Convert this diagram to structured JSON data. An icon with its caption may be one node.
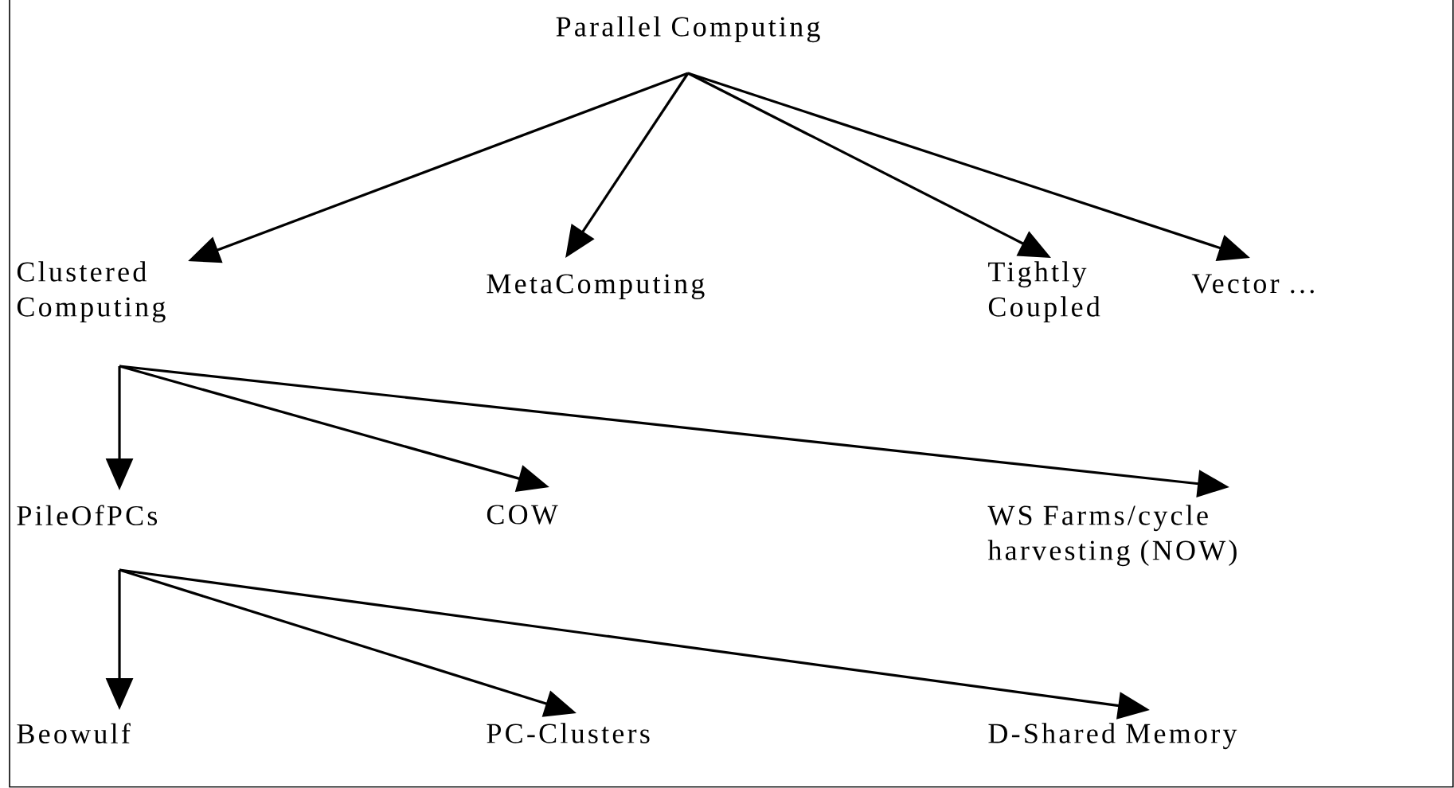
{
  "diagram": {
    "nodes": [
      {
        "text": [
          "Parallel Computing"
        ]
      },
      {
        "text": [
          "Clustered Computing"
        ]
      },
      {
        "text": [
          "MetaComputing"
        ]
      },
      {
        "text": [
          "Tightly Coupled"
        ]
      },
      {
        "text": [
          "Vector ..."
        ]
      },
      {
        "text": [
          "PileOfPCs"
        ]
      },
      {
        "text": [
          "COW"
        ]
      },
      {
        "text": [
          "WS Farms/cycle harvesting (NOW)"
        ]
      },
      {
        "text": [
          "Beowulf"
        ]
      },
      {
        "text": [
          "PC-Clusters"
        ]
      },
      {
        "text": [
          "D-Shared Memory"
        ]
      }
    ],
    "edges": [
      {
        "from": 0,
        "to": 1,
        "arrow": "to"
      },
      {
        "from": 0,
        "to": 2,
        "arrow": "to"
      },
      {
        "from": 0,
        "to": 3,
        "arrow": "to"
      },
      {
        "from": 0,
        "to": 4,
        "arrow": "to"
      },
      {
        "from": 1,
        "to": 5,
        "arrow": "to"
      },
      {
        "from": 1,
        "to": 6,
        "arrow": "to"
      },
      {
        "from": 1,
        "to": 7,
        "arrow": "to"
      },
      {
        "from": 5,
        "to": 8,
        "arrow": "to"
      },
      {
        "from": 5,
        "to": 9,
        "arrow": "to"
      },
      {
        "from": 5,
        "to": 10,
        "arrow": "to"
      }
    ]
  }
}
